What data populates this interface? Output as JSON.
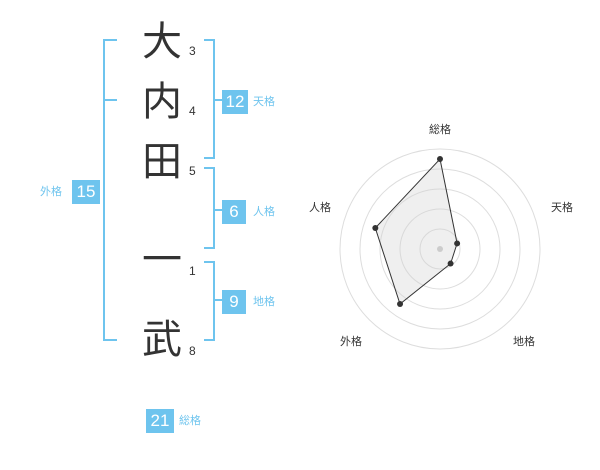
{
  "name": {
    "chars": [
      {
        "char": "大",
        "strokes": "3"
      },
      {
        "char": "内",
        "strokes": "4"
      },
      {
        "char": "田",
        "strokes": "5"
      },
      {
        "char": "一",
        "strokes": "1"
      },
      {
        "char": "武",
        "strokes": "8"
      }
    ]
  },
  "kaku": {
    "tenkaku": {
      "value": "12",
      "label": "天格"
    },
    "jinkaku": {
      "value": "6",
      "label": "人格"
    },
    "chikaku": {
      "value": "9",
      "label": "地格"
    },
    "gaikaku": {
      "value": "15",
      "label": "外格"
    },
    "soukaku": {
      "value": "21",
      "label": "総格"
    }
  },
  "colors": {
    "accent": "#6ec4ee",
    "text": "#333333",
    "grid": "#dddddd"
  },
  "chart_data": {
    "type": "radar",
    "axes": [
      "総格",
      "天格",
      "地格",
      "外格",
      "人格"
    ],
    "values": [
      4.5,
      0.9,
      0.9,
      3.4,
      3.4
    ],
    "rmax": 5,
    "rings": 5
  }
}
